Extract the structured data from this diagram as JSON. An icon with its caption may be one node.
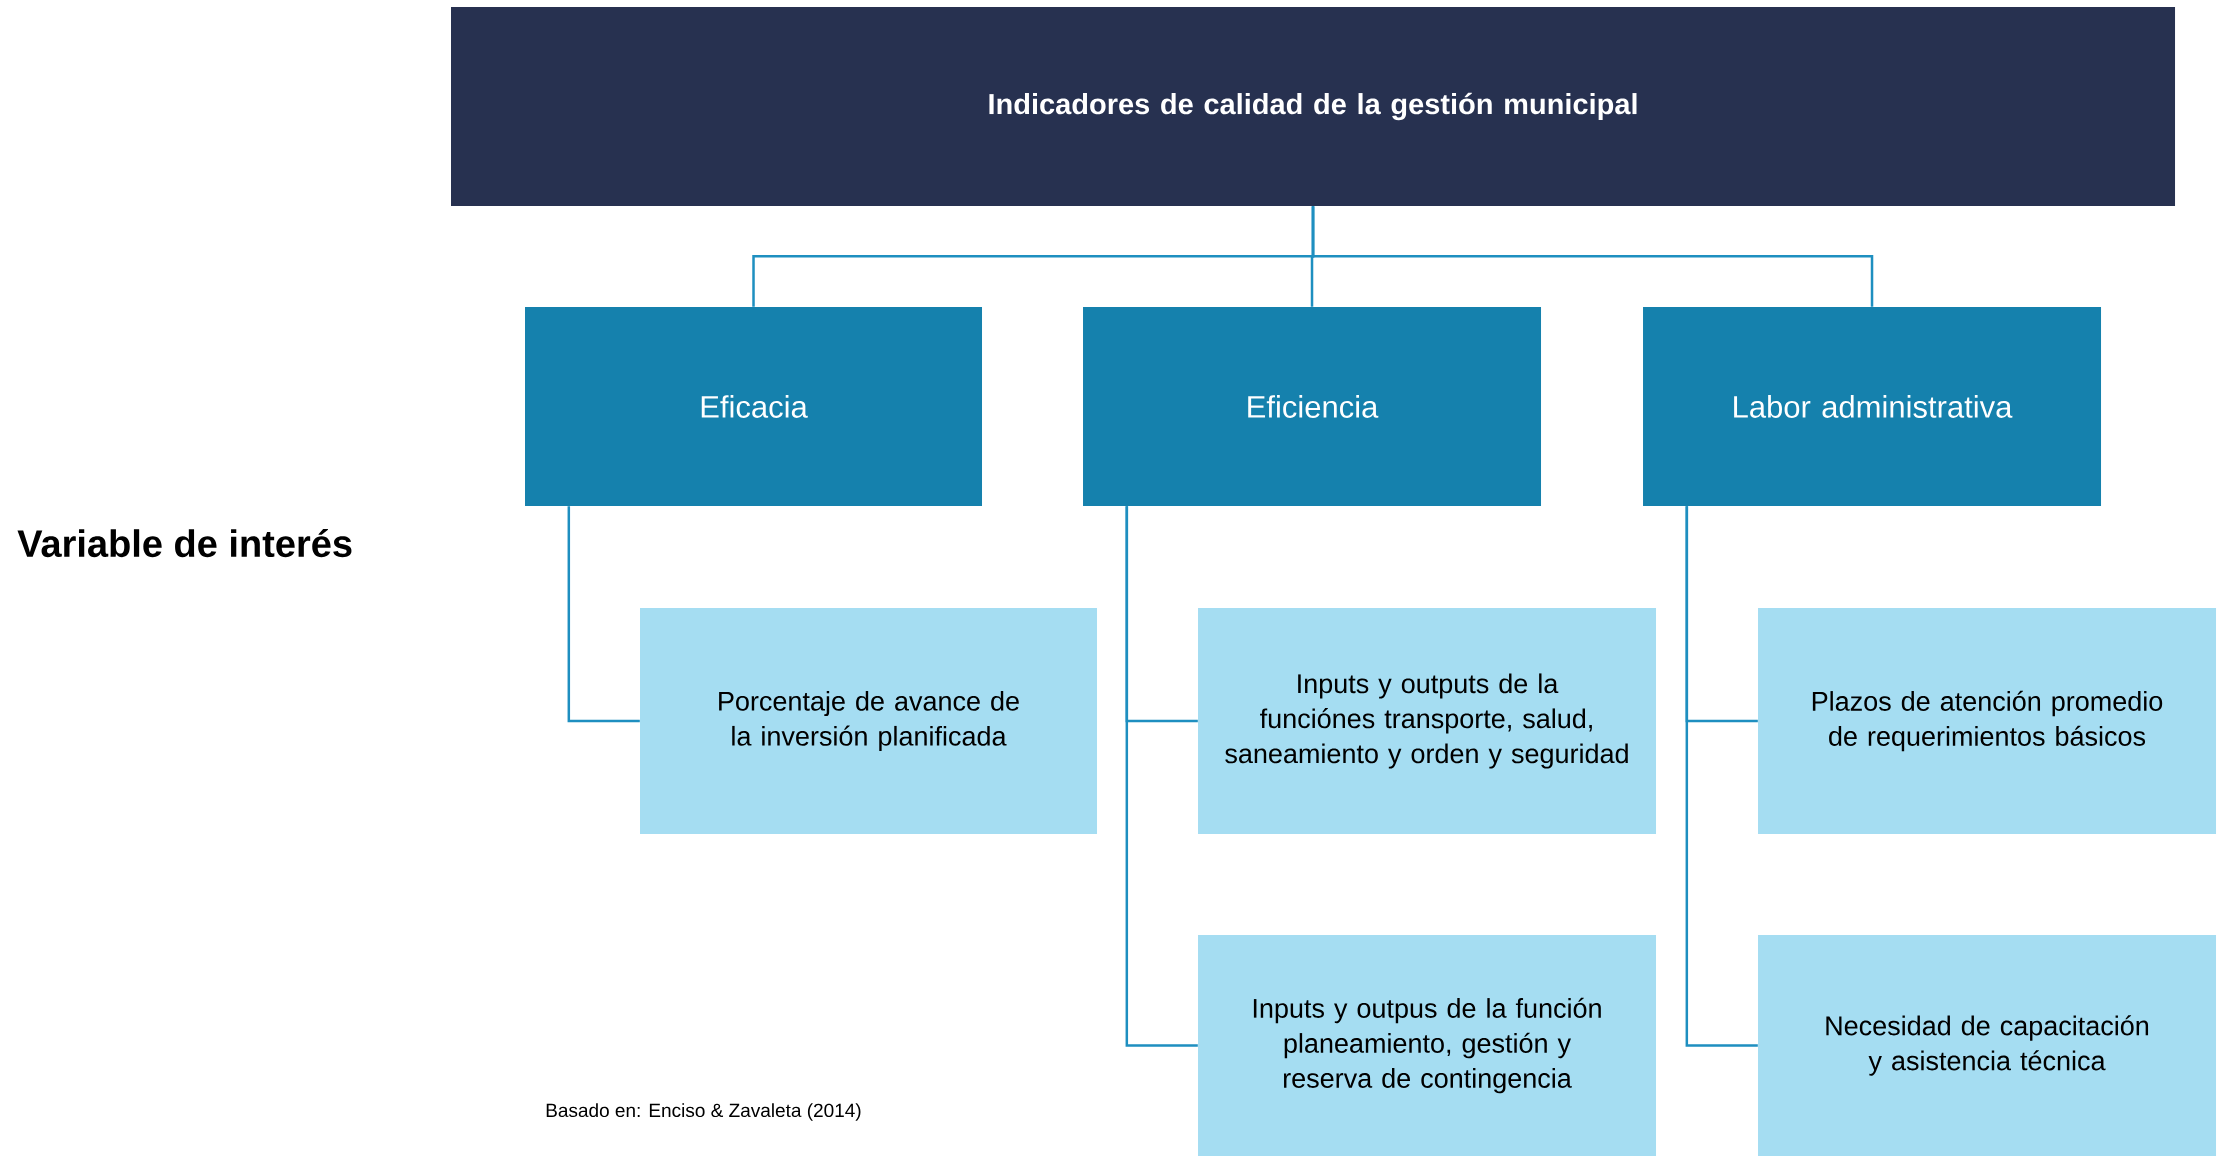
{
  "diagram": {
    "nodes": [
      {
        "text": [
          "Indicadores de calidad de la gestión municipal"
        ]
      },
      {
        "text": [
          "Eficacia"
        ]
      },
      {
        "text": [
          "Eficiencia"
        ]
      },
      {
        "text": [
          "Labor administrativa"
        ]
      },
      {
        "text": [
          "Porcentaje de avance de la inversión planificada"
        ]
      },
      {
        "text": [
          "Inputs y outputs de la funciónes transporte, salud, saneamiento y orden y seguridad"
        ]
      },
      {
        "text": [
          "Inputs y outpus de la función planeamiento, gestión y reserva de contingencia"
        ]
      },
      {
        "text": [
          "Plazos de atención promedio de requerimientos básicos"
        ]
      },
      {
        "text": [
          "Necesidad de capacitación y asistencia técnica"
        ]
      }
    ],
    "edges": [
      {
        "from": 0,
        "to": 1,
        "arrow": "none"
      },
      {
        "from": 0,
        "to": 2,
        "arrow": "none"
      },
      {
        "from": 0,
        "to": 3,
        "arrow": "none"
      },
      {
        "from": 1,
        "to": 4,
        "arrow": "none"
      },
      {
        "from": 2,
        "to": 5,
        "arrow": "none"
      },
      {
        "from": 2,
        "to": 6,
        "arrow": "none"
      },
      {
        "from": 3,
        "to": 7,
        "arrow": "none"
      },
      {
        "from": 3,
        "to": 8,
        "arrow": "none"
      }
    ],
    "labels": [
      "Variable de interés",
      "Basado en: Enciso & Zavaleta (2014)"
    ]
  }
}
